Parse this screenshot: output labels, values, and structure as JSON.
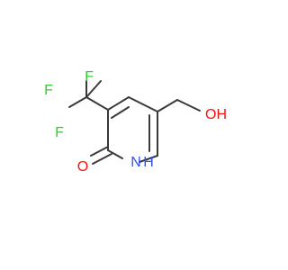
{
  "molecule": {
    "atoms": {
      "f1": "F",
      "f2": "F",
      "f3": "F",
      "o_carbonyl": "O",
      "nh_n": "N",
      "nh_h": "H",
      "hydroxyl": "OH"
    },
    "colors": {
      "bond": "#3a3a3a",
      "fluorine": "#33cc33",
      "oxygen": "#ff0d0d",
      "nitrogen": "#3050f8"
    }
  }
}
